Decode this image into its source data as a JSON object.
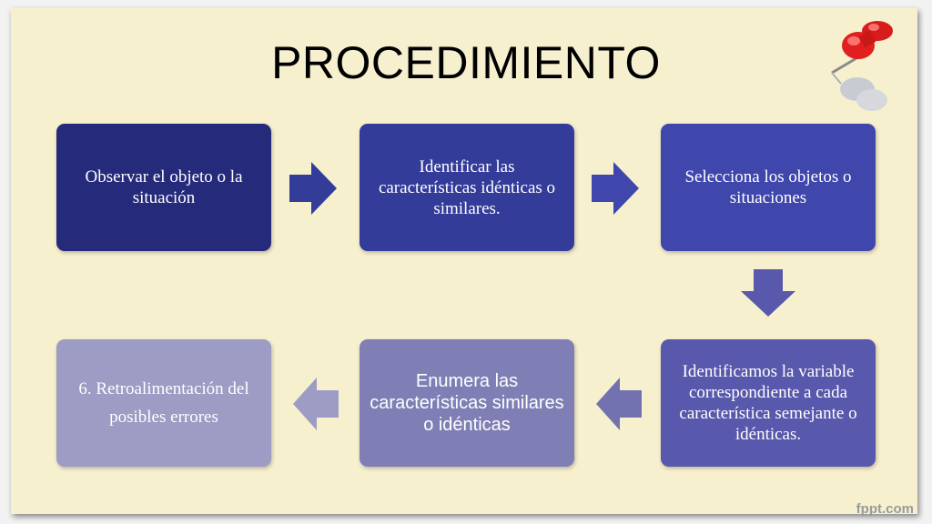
{
  "title": "PROCEDIMIENTO",
  "steps": [
    {
      "lines": [
        "Observar el objeto o  la situación"
      ]
    },
    {
      "lines": [
        "Identificar las características idénticas o similares."
      ]
    },
    {
      "lines": [
        "Selecciona los objetos o situaciones"
      ]
    },
    {
      "lines": [
        "Identificamos la variable correspondiente a cada característica semejante o idénticas."
      ]
    },
    {
      "lines": [
        "Enumera las características similares o idénticas"
      ]
    },
    {
      "lines": [
        "6. Retroalimentación del",
        "posibles errores"
      ]
    }
  ],
  "brand": "fppt.com",
  "colors": {
    "background": "#f7f0cf",
    "step1": "#262a7a",
    "step2": "#343c9a",
    "step3": "#3f46ac",
    "step4": "#5858ac",
    "step5": "#7f7fb6",
    "step6": "#9c9cc4"
  },
  "icons": [
    "arrow-right-icon",
    "arrow-down-icon",
    "arrow-left-icon",
    "pushpin-icon"
  ]
}
